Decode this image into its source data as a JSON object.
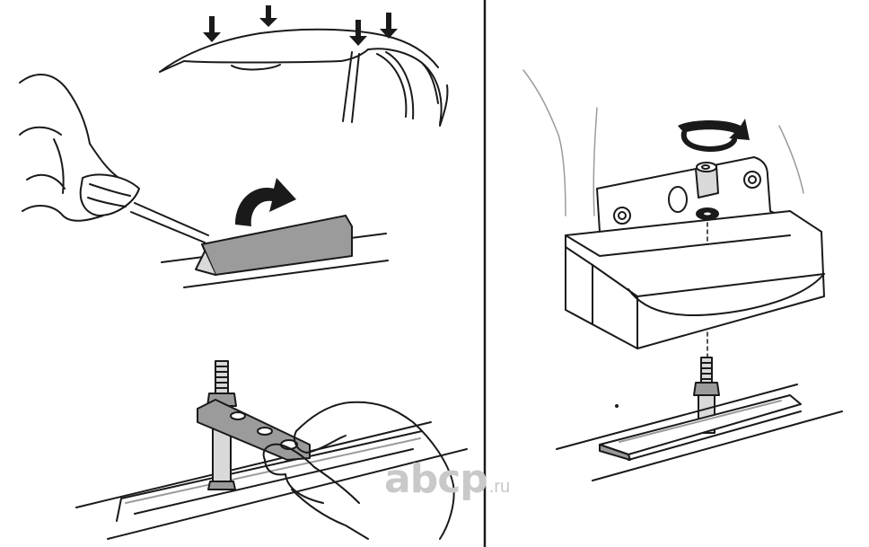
{
  "watermark": {
    "main": "abcp",
    "tld": ".ru"
  },
  "colors": {
    "line": "#1a1a1a",
    "shade": "#9b9b9b",
    "light": "#d9d9d9",
    "white": "#ffffff",
    "watermark": "#c9c9c9"
  },
  "steps": [
    {
      "id": "car-roof-mount-points",
      "icon": "down-arrow-icon",
      "count": 4
    },
    {
      "id": "remove-roof-cover",
      "icon": "rotate-arrow-icon"
    },
    {
      "id": "tighten-stud-with-wrench",
      "icon": "wrench-icon"
    },
    {
      "id": "mount-foot-on-stud",
      "icon": "rotate-clockwise-icon"
    }
  ]
}
